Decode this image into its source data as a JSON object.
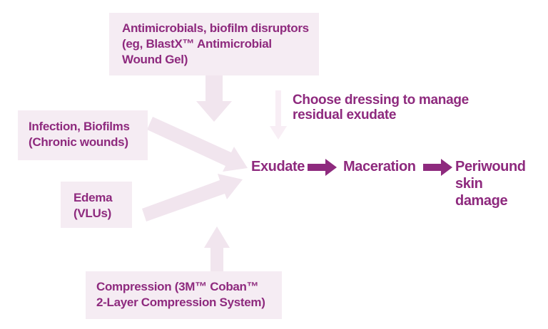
{
  "palette": {
    "background": "#ffffff",
    "text_purple": "#8e2a7e",
    "box_bg": "#f5ecf3",
    "arrow_light": "#f1e5ee",
    "arrow_faint": "#f8eef5",
    "arrow_solid": "#8e2a7e"
  },
  "boxes": {
    "antimicrobials": {
      "lines": [
        "Antimicrobials, biofilm disruptors",
        "(eg, BlastX™ Antimicrobial",
        "Wound Gel)"
      ]
    },
    "infection": {
      "lines": [
        "Infection, Biofilms",
        "(Chronic wounds)"
      ]
    },
    "edema": {
      "lines": [
        "Edema",
        "(VLUs)"
      ]
    },
    "compression": {
      "lines": [
        "Compression (3M™ Coban™",
        "2-Layer Compression System)"
      ]
    }
  },
  "annotation": {
    "lines": [
      "Choose dressing to manage",
      "residual exudate"
    ]
  },
  "flow": {
    "step1": "Exudate",
    "step2": "Maceration",
    "step3_lines": [
      "Periwound",
      "skin",
      "damage"
    ]
  }
}
